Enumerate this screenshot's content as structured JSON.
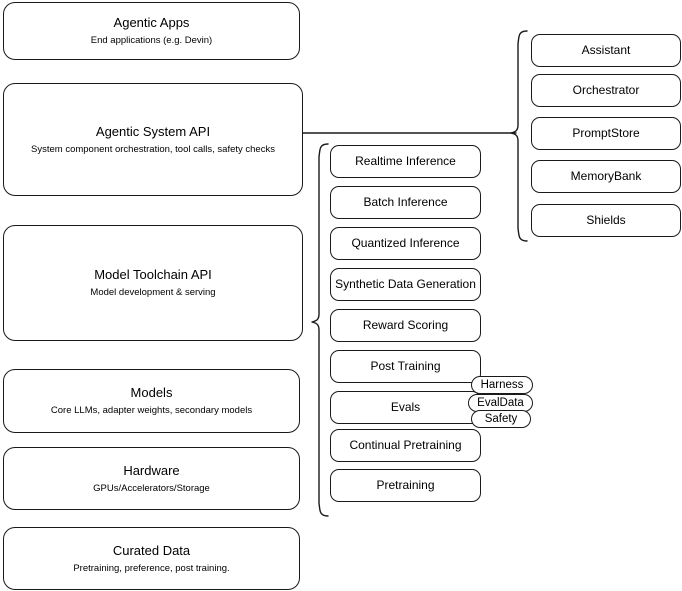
{
  "diagram": {
    "title": "Agentic stack layered architecture diagram",
    "stroke_color": "#1a1a1a",
    "background_color": "#ffffff"
  },
  "layers": [
    {
      "name": "agentic-apps",
      "title": "Agentic Apps",
      "subtitle": "End applications (e.g. Devin)"
    },
    {
      "name": "agentic-system-api",
      "title": "Agentic System API",
      "subtitle": "System component orchestration, tool calls, safety checks"
    },
    {
      "name": "model-toolchain-api",
      "title": "Model Toolchain API",
      "subtitle": "Model development & serving"
    },
    {
      "name": "models",
      "title": "Models",
      "subtitle": "Core LLMs, adapter weights, secondary models"
    },
    {
      "name": "hardware",
      "title": "Hardware",
      "subtitle": "GPUs/Accelerators/Storage"
    },
    {
      "name": "curated-data",
      "title": "Curated Data",
      "subtitle": "Pretraining, preference, post training."
    }
  ],
  "toolchain_components": [
    {
      "name": "realtime-inference",
      "label": "Realtime Inference"
    },
    {
      "name": "batch-inference",
      "label": "Batch Inference"
    },
    {
      "name": "quantized-inference",
      "label": "Quantized Inference"
    },
    {
      "name": "synthetic-data-generation",
      "label": "Synthetic Data Generation"
    },
    {
      "name": "reward-scoring",
      "label": "Reward Scoring"
    },
    {
      "name": "post-training",
      "label": "Post Training"
    },
    {
      "name": "evals",
      "label": "Evals"
    },
    {
      "name": "continual-pretraining",
      "label": "Continual Pretraining"
    },
    {
      "name": "pretraining",
      "label": "Pretraining"
    }
  ],
  "eval_badges": [
    {
      "name": "harness",
      "label": "Harness"
    },
    {
      "name": "evaldata",
      "label": "EvalData"
    },
    {
      "name": "safety",
      "label": "Safety"
    }
  ],
  "system_components": [
    {
      "name": "assistant",
      "label": "Assistant"
    },
    {
      "name": "orchestrator",
      "label": "Orchestrator"
    },
    {
      "name": "promptstore",
      "label": "PromptStore"
    },
    {
      "name": "memorybank",
      "label": "MemoryBank"
    },
    {
      "name": "shields",
      "label": "Shields"
    }
  ]
}
